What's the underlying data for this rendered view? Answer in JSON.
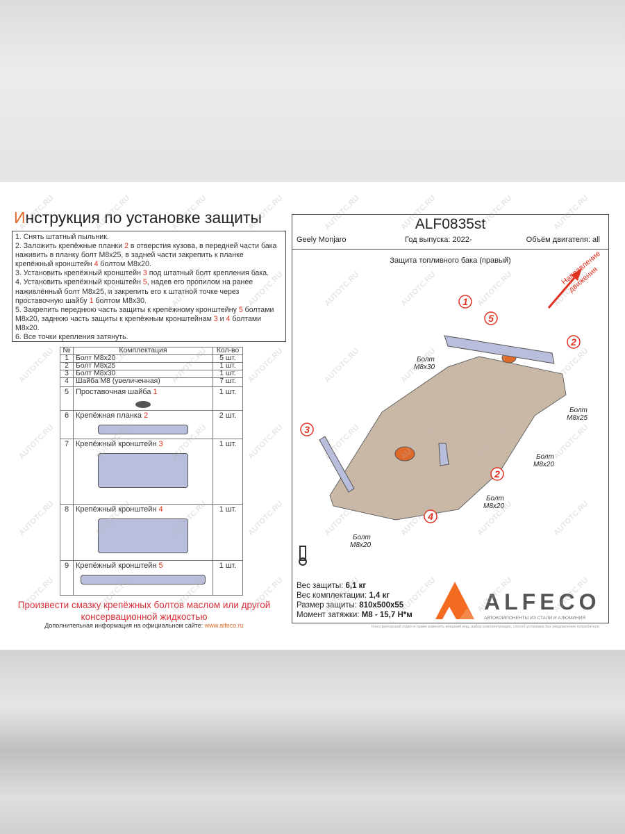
{
  "left": {
    "title_first": "И",
    "title_rest": "нструкция по установке защиты",
    "steps": [
      [
        "1. Снять штатный пыльник."
      ],
      [
        "2. Заложить крепёжные планки ",
        "2",
        " в отверстия кузова, в передней части бака наживить в планку болт M8x25, в задней части закрепить к планке крепёжный кронштейн ",
        "4",
        " болтом M8x20."
      ],
      [
        "3. Установить крепёжный кронштейн ",
        "3",
        " под штатный болт крепления бака."
      ],
      [
        "4. Установить крепёжный кронштейн ",
        "5",
        ", надев его пропилом на ранее наживлённый болт M8x25, и закрепить его к штатной точке через проставочную шайбу ",
        "1",
        " болтом M8x30."
      ],
      [
        "5. Закрепить переднюю часть защиты к крепёжному кронштейну ",
        "5",
        " болтами M8x20, заднюю часть защиты к крепёжным кронштейнам ",
        "3",
        " и ",
        "4",
        " болтами M8x20."
      ],
      [
        "6. Все точки крепления затянуть."
      ]
    ],
    "table": {
      "headers": [
        "№",
        "Комплектация",
        "Кол-во"
      ],
      "rows": [
        {
          "n": "1",
          "name": "Болт M8x20",
          "ref": "",
          "qty": "5 шт."
        },
        {
          "n": "2",
          "name": "Болт M8x25",
          "ref": "",
          "qty": "1 шт."
        },
        {
          "n": "3",
          "name": "Болт M8x30",
          "ref": "",
          "qty": "1 шт."
        },
        {
          "n": "4",
          "name": "Шайба M8 (увеличенная)",
          "ref": "",
          "qty": "7 шт."
        },
        {
          "n": "5",
          "name": "Проставочная шайба ",
          "ref": "1",
          "qty": "1 шт."
        },
        {
          "n": "6",
          "name": "Крепёжная планка ",
          "ref": "2",
          "qty": "2 шт."
        },
        {
          "n": "7",
          "name": "Крепёжный кронштейн ",
          "ref": "3",
          "qty": "1 шт."
        },
        {
          "n": "8",
          "name": "Крепёжный кронштейн ",
          "ref": "4",
          "qty": "1 шт."
        },
        {
          "n": "9",
          "name": "Крепёжный кронштейн ",
          "ref": "5",
          "qty": "1 шт."
        }
      ]
    },
    "note": "Произвести смазку крепёжных болтов маслом или другой консервационной жидкостью",
    "more_info": "Дополнительная информация на официальном сайте: ",
    "site": "www.alfeco.ru"
  },
  "right": {
    "code": "ALF0835st",
    "car": "Geely Monjaro",
    "year": "Год выпуска: 2022-",
    "engine": "Объём двигателя: all",
    "subtitle": "Защита топливного бака (правый)",
    "direction": [
      "Направление",
      "движения"
    ],
    "callouts": [
      "1",
      "2",
      "3",
      "4",
      "5",
      "2"
    ],
    "bolts": [
      [
        "Болт",
        "M8x30"
      ],
      [
        "Болт",
        "M8x25"
      ],
      [
        "Болт",
        "M8x20"
      ],
      [
        "Болт",
        "M8x20"
      ],
      [
        "Болт",
        "M8x20"
      ]
    ],
    "specs": [
      {
        "label": "Вес защиты: ",
        "value": "6,1 кг"
      },
      {
        "label": "Вес комплектации: ",
        "value": "1,4 кг"
      },
      {
        "label": "Размер защиты: ",
        "value": "810x500x55"
      },
      {
        "label": "Момент затяжки: ",
        "value": " M8 - 15,7 Н*м"
      }
    ],
    "logo": {
      "name": "ALFECO",
      "tagline": "АВТОКОМПОНЕНТЫ ИЗ СТАЛИ И АЛЮМИНИЯ"
    },
    "footnote": "Конструкторский отдел в праве изменять внешний вид, набор комплектующих, способ установки без уведомления потребителя"
  },
  "watermark": "AUTOTC.RU",
  "colors": {
    "accent": "#e06a2a",
    "red": "#e0301e",
    "plate": "#c9b8a6"
  }
}
